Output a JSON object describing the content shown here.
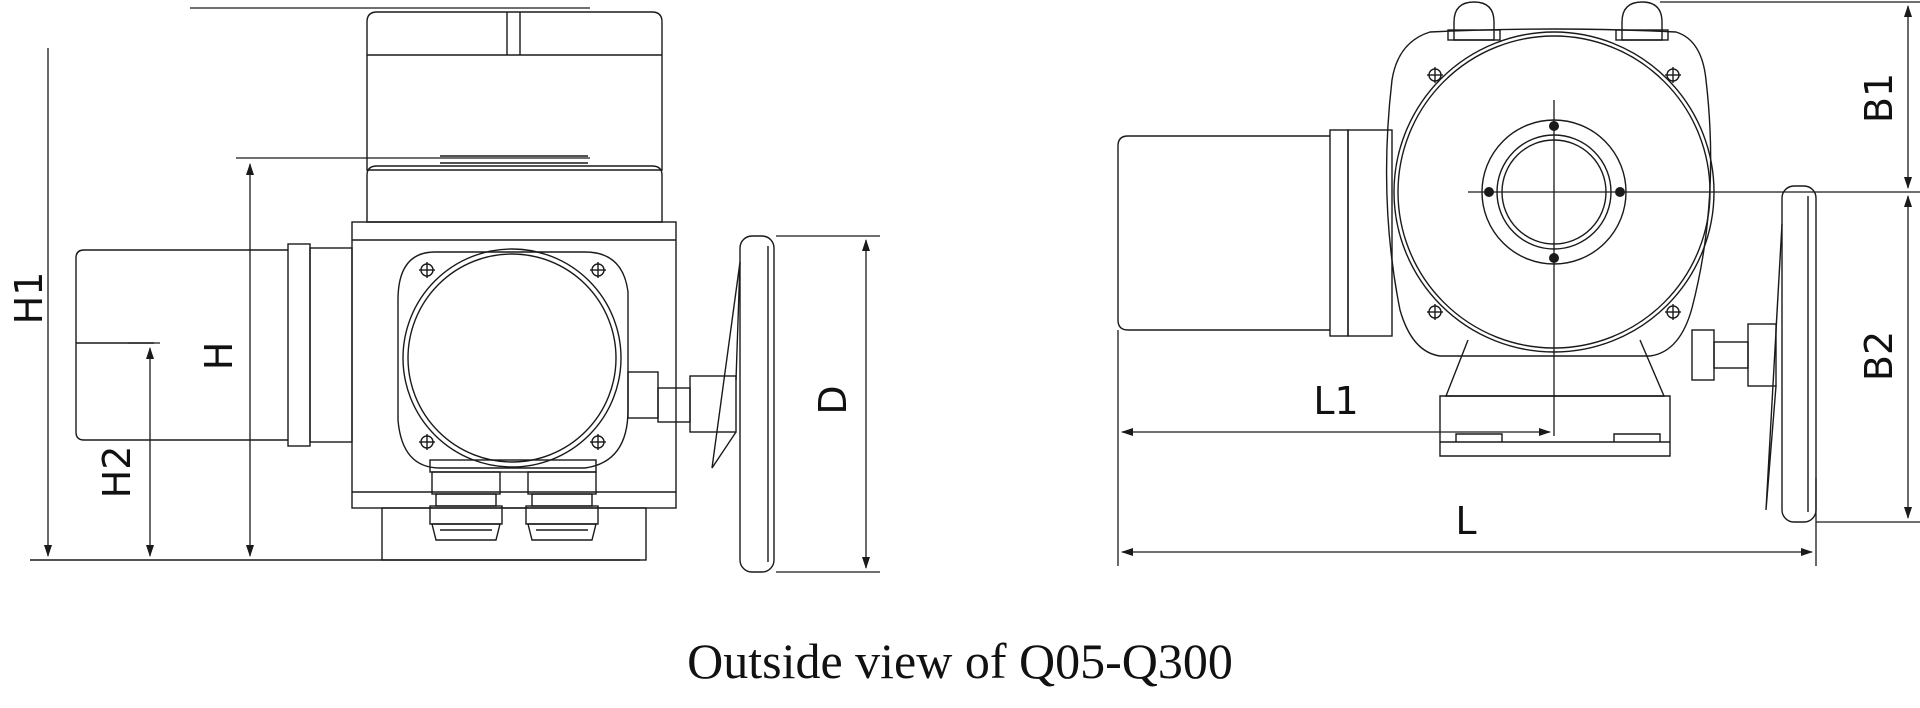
{
  "caption": "Outside view of Q05-Q300",
  "labels": {
    "H1": "H1",
    "H": "H",
    "H2": "H2",
    "D": "D",
    "B1": "B1",
    "B2": "B2",
    "L1": "L1",
    "L": "L"
  }
}
